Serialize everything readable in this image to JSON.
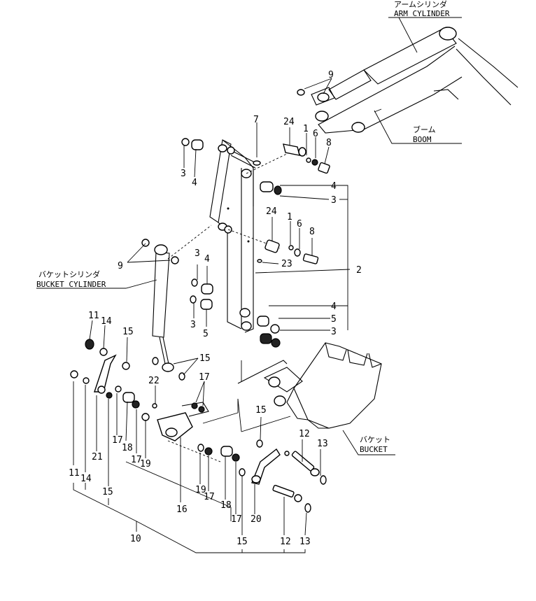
{
  "callouts": {
    "arm_cylinder_jp": "アームシリンダ",
    "arm_cylinder_en": "ARM CYLINDER",
    "boom_jp": "ブーム",
    "boom_en": "BOOM",
    "bucket_cylinder_jp": "バケットシリンダ",
    "bucket_cylinder_en": "BUCKET CYLINDER",
    "bucket_jp": "バケット",
    "bucket_en": "BUCKET"
  },
  "part_numbers": {
    "n1": "1",
    "n2": "2",
    "n3": "3",
    "n4": "4",
    "n5": "5",
    "n6": "6",
    "n7": "7",
    "n8": "8",
    "n9": "9",
    "n10": "10",
    "n11": "11",
    "n12": "12",
    "n13": "13",
    "n14": "14",
    "n15": "15",
    "n16": "16",
    "n17": "17",
    "n18": "18",
    "n19": "19",
    "n20": "20",
    "n21": "21",
    "n22": "22",
    "n23": "23",
    "n24": "24"
  }
}
